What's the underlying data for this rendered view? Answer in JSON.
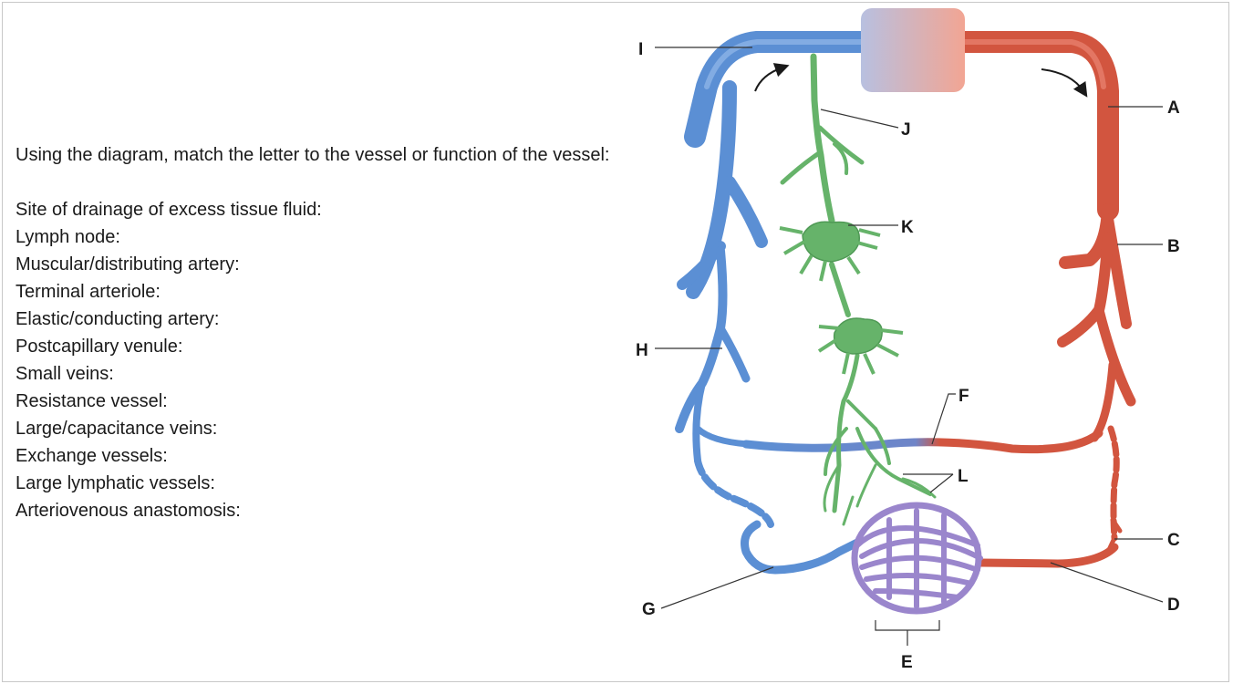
{
  "question": {
    "prompt": "Using the diagram, match the letter to the vessel or function of the vessel:",
    "items": [
      "Site of drainage of excess tissue fluid:",
      "Lymph node:",
      "Muscular/distributing artery:",
      "Terminal arteriole:",
      "Elastic/conducting artery:",
      "Postcapillary venule:",
      "Small veins:",
      "Resistance vessel:",
      "Large/capacitance veins:",
      "Exchange vessels:",
      "Large lymphatic vessels:",
      "Arteriovenous anastomosis:"
    ]
  },
  "diagram": {
    "labels": [
      "A",
      "B",
      "C",
      "D",
      "E",
      "F",
      "G",
      "H",
      "I",
      "J",
      "K",
      "L"
    ],
    "colors": {
      "artery": "#d2553f",
      "vein": "#5b8fd4",
      "capillary": "#9a86cc",
      "lymph": "#66b36a",
      "heart_left": "#b8c0e0",
      "heart_right": "#f2a593"
    }
  }
}
